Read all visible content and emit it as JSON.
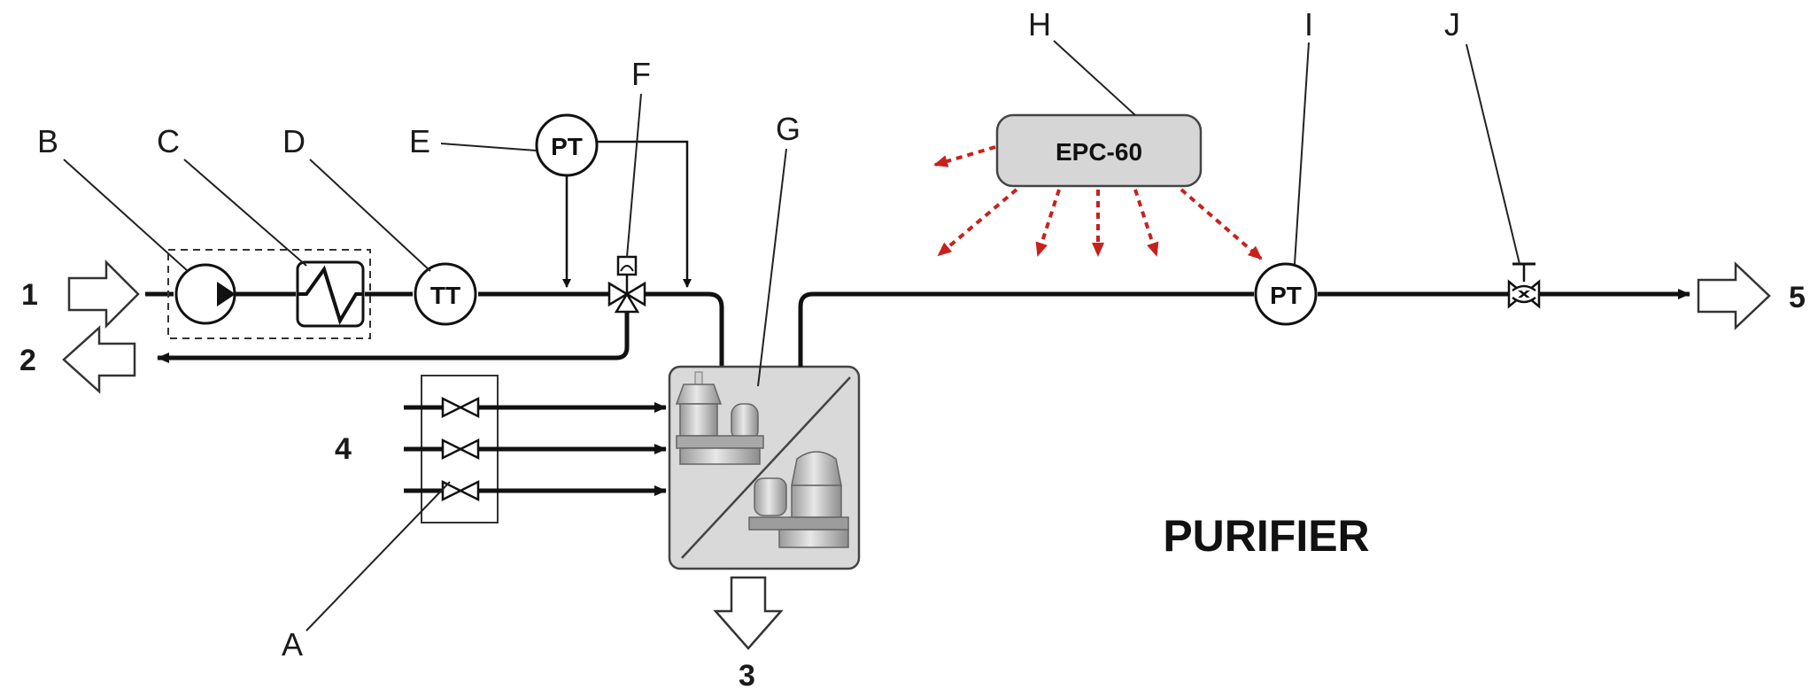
{
  "diagram": {
    "title": "PURIFIER",
    "controller": {
      "label": "EPC-60",
      "color": "#d6d6d6"
    },
    "instruments": {
      "temperature_transmitter": "TT",
      "pressure_transmitter_inlet": "PT",
      "pressure_transmitter_outlet": "PT"
    },
    "component_labels": {
      "A": "A",
      "B": "B",
      "C": "C",
      "D": "D",
      "E": "E",
      "F": "F",
      "G": "G",
      "H": "H",
      "I": "I",
      "J": "J"
    },
    "connection_numbers": {
      "inlet": "1",
      "return": "2",
      "sludge": "3",
      "water": "4",
      "outlet": "5"
    },
    "colors": {
      "signal": "#c8211b",
      "separator_box": "#d9d9d9",
      "line": "#111111"
    }
  }
}
